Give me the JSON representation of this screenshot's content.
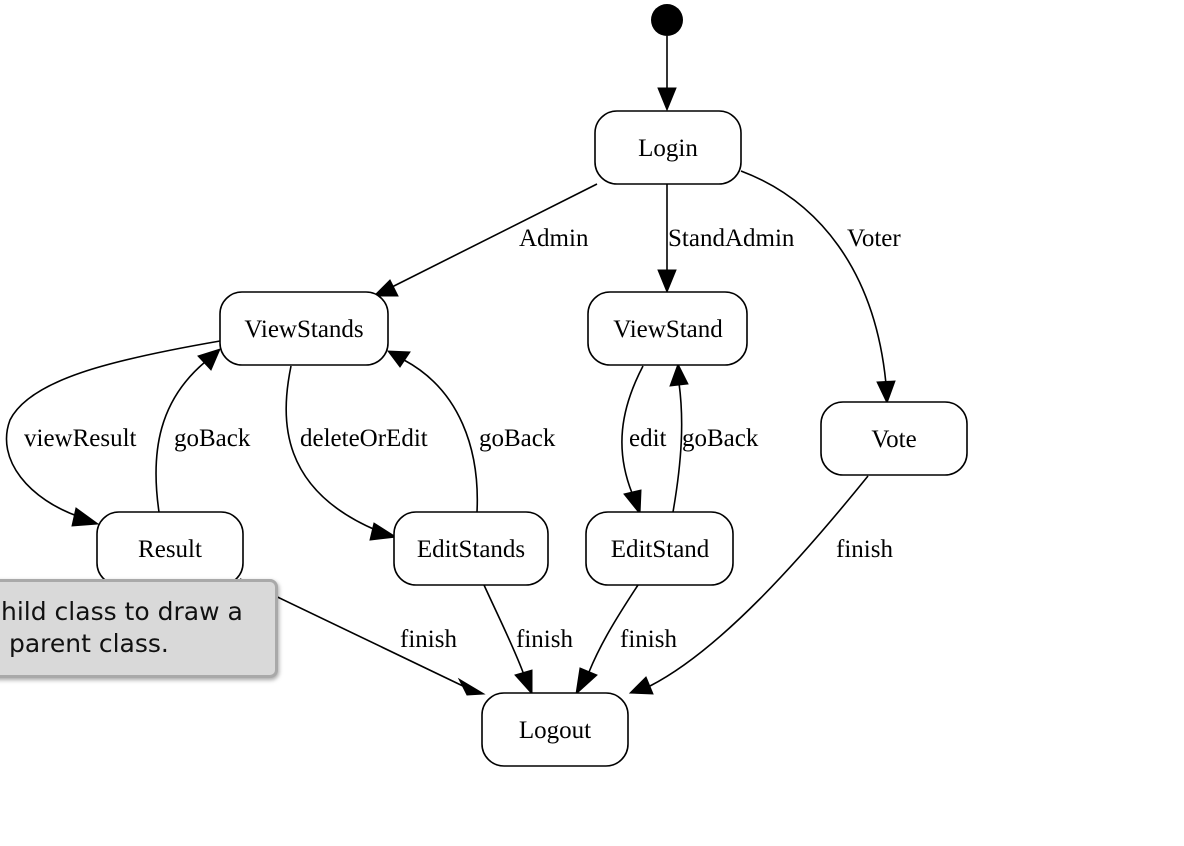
{
  "diagram": {
    "type": "state-diagram",
    "initial_to": "Login",
    "states": [
      {
        "id": "login",
        "label": "Login"
      },
      {
        "id": "viewstands",
        "label": "ViewStands"
      },
      {
        "id": "viewstand",
        "label": "ViewStand"
      },
      {
        "id": "vote",
        "label": "Vote"
      },
      {
        "id": "result",
        "label": "Result"
      },
      {
        "id": "editstands",
        "label": "EditStands"
      },
      {
        "id": "editstand",
        "label": "EditStand"
      },
      {
        "id": "logout",
        "label": "Logout"
      }
    ],
    "transitions": [
      {
        "id": "t-admin",
        "from": "Login",
        "to": "ViewStands",
        "label": "Admin"
      },
      {
        "id": "t-standadmin",
        "from": "Login",
        "to": "ViewStand",
        "label": "StandAdmin"
      },
      {
        "id": "t-voter",
        "from": "Login",
        "to": "Vote",
        "label": "Voter"
      },
      {
        "id": "t-viewresult",
        "from": "ViewStands",
        "to": "Result",
        "label": "viewResult"
      },
      {
        "id": "t-goback-result",
        "from": "Result",
        "to": "ViewStands",
        "label": "goBack"
      },
      {
        "id": "t-deleteoredit",
        "from": "ViewStands",
        "to": "EditStands",
        "label": "deleteOrEdit"
      },
      {
        "id": "t-goback-editstands",
        "from": "EditStands",
        "to": "ViewStands",
        "label": "goBack"
      },
      {
        "id": "t-edit",
        "from": "ViewStand",
        "to": "EditStand",
        "label": "edit"
      },
      {
        "id": "t-goback-editstand",
        "from": "EditStand",
        "to": "ViewStand",
        "label": "goBack"
      },
      {
        "id": "t-finish-vote",
        "from": "Vote",
        "to": "Logout",
        "label": "finish"
      },
      {
        "id": "t-finish-result",
        "from": "Result",
        "to": "Logout",
        "label": "finish"
      },
      {
        "id": "t-finish-editstands",
        "from": "EditStands",
        "to": "Logout",
        "label": "finish"
      },
      {
        "id": "t-finish-editstand",
        "from": "EditStand",
        "to": "Logout",
        "label": "finish"
      }
    ]
  },
  "tooltip": {
    "line1": "hild class to draw a",
    "line2": " parent class."
  }
}
